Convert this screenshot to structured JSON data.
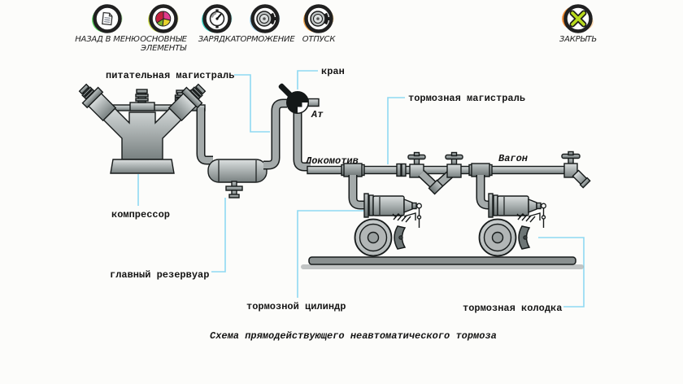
{
  "toolbar": {
    "buttons": [
      {
        "label": "НАЗАД В МЕНЮ",
        "icon": "document-icon",
        "glow": "#4fd455"
      },
      {
        "label": "ОСНОВНЫЕ ЭЛЕМЕНТЫ",
        "icon": "pie-elements-icon",
        "glow": "#ccdf3e"
      },
      {
        "label": "ЗАРЯДКА",
        "icon": "gauge-icon",
        "glow": "#26d4c3"
      },
      {
        "label": "ТОРМОЖЕНИЕ",
        "icon": "wheel-brake-icon",
        "glow": "#9fd4ef"
      },
      {
        "label": "ОТПУСК",
        "icon": "wheel-brake-icon",
        "glow": "#f19a33"
      }
    ],
    "close": {
      "label": "ЗАКРЫТЬ",
      "icon": "close-x-icon",
      "glow": "#ef7d1a"
    }
  },
  "diagram": {
    "labels": {
      "feed_line": "питательная магистраль",
      "valve": "кран",
      "atmosphere": "Ат",
      "brake_line": "тормозная магистраль",
      "locomotive": "Локомотив",
      "wagon": "Вагон",
      "compressor": "компрессор",
      "main_reservoir": "главный резервуар",
      "brake_cylinder": "тормозной цилиндр",
      "brake_shoe": "тормозная колодка"
    },
    "caption": "Схема прямодействующего неавтоматического тормоза",
    "colors": {
      "leader_line": "#8fd9f2",
      "metal": "#a4aaaa",
      "outline": "#161a1a"
    }
  }
}
